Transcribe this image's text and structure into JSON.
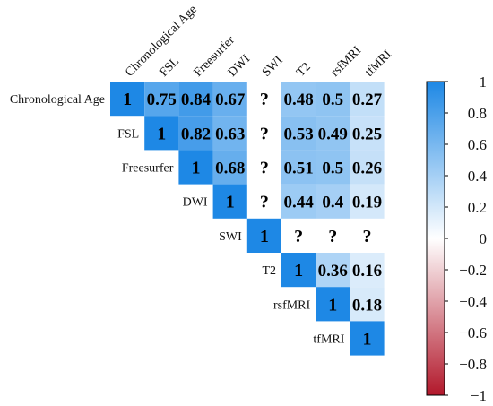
{
  "chart_data": {
    "type": "heatmap",
    "variables": [
      "Chronological Age",
      "FSL",
      "Freesurfer",
      "DWI",
      "SWI",
      "T2",
      "rsfMRI",
      "tfMRI"
    ],
    "cells": [
      {
        "row": "Chronological Age",
        "col": "Chronological Age",
        "value": 1,
        "label": "1"
      },
      {
        "row": "Chronological Age",
        "col": "FSL",
        "value": 0.75,
        "label": "0.75"
      },
      {
        "row": "Chronological Age",
        "col": "Freesurfer",
        "value": 0.84,
        "label": "0.84"
      },
      {
        "row": "Chronological Age",
        "col": "DWI",
        "value": 0.67,
        "label": "0.67"
      },
      {
        "row": "Chronological Age",
        "col": "SWI",
        "value": null,
        "label": "?"
      },
      {
        "row": "Chronological Age",
        "col": "T2",
        "value": 0.48,
        "label": "0.48"
      },
      {
        "row": "Chronological Age",
        "col": "rsfMRI",
        "value": 0.5,
        "label": "0.5"
      },
      {
        "row": "Chronological Age",
        "col": "tfMRI",
        "value": 0.27,
        "label": "0.27"
      },
      {
        "row": "FSL",
        "col": "FSL",
        "value": 1,
        "label": "1"
      },
      {
        "row": "FSL",
        "col": "Freesurfer",
        "value": 0.82,
        "label": "0.82"
      },
      {
        "row": "FSL",
        "col": "DWI",
        "value": 0.63,
        "label": "0.63"
      },
      {
        "row": "FSL",
        "col": "SWI",
        "value": null,
        "label": "?"
      },
      {
        "row": "FSL",
        "col": "T2",
        "value": 0.53,
        "label": "0.53"
      },
      {
        "row": "FSL",
        "col": "rsfMRI",
        "value": 0.49,
        "label": "0.49"
      },
      {
        "row": "FSL",
        "col": "tfMRI",
        "value": 0.25,
        "label": "0.25"
      },
      {
        "row": "Freesurfer",
        "col": "Freesurfer",
        "value": 1,
        "label": "1"
      },
      {
        "row": "Freesurfer",
        "col": "DWI",
        "value": 0.68,
        "label": "0.68"
      },
      {
        "row": "Freesurfer",
        "col": "SWI",
        "value": null,
        "label": "?"
      },
      {
        "row": "Freesurfer",
        "col": "T2",
        "value": 0.51,
        "label": "0.51"
      },
      {
        "row": "Freesurfer",
        "col": "rsfMRI",
        "value": 0.5,
        "label": "0.5"
      },
      {
        "row": "Freesurfer",
        "col": "tfMRI",
        "value": 0.26,
        "label": "0.26"
      },
      {
        "row": "DWI",
        "col": "DWI",
        "value": 1,
        "label": "1"
      },
      {
        "row": "DWI",
        "col": "SWI",
        "value": null,
        "label": "?"
      },
      {
        "row": "DWI",
        "col": "T2",
        "value": 0.44,
        "label": "0.44"
      },
      {
        "row": "DWI",
        "col": "rsfMRI",
        "value": 0.4,
        "label": "0.4"
      },
      {
        "row": "DWI",
        "col": "tfMRI",
        "value": 0.19,
        "label": "0.19"
      },
      {
        "row": "SWI",
        "col": "SWI",
        "value": 1,
        "label": "1"
      },
      {
        "row": "SWI",
        "col": "T2",
        "value": null,
        "label": "?"
      },
      {
        "row": "SWI",
        "col": "rsfMRI",
        "value": null,
        "label": "?"
      },
      {
        "row": "SWI",
        "col": "tfMRI",
        "value": null,
        "label": "?"
      },
      {
        "row": "T2",
        "col": "T2",
        "value": 1,
        "label": "1"
      },
      {
        "row": "T2",
        "col": "rsfMRI",
        "value": 0.36,
        "label": "0.36"
      },
      {
        "row": "T2",
        "col": "tfMRI",
        "value": 0.16,
        "label": "0.16"
      },
      {
        "row": "rsfMRI",
        "col": "rsfMRI",
        "value": 1,
        "label": "1"
      },
      {
        "row": "rsfMRI",
        "col": "tfMRI",
        "value": 0.18,
        "label": "0.18"
      },
      {
        "row": "tfMRI",
        "col": "tfMRI",
        "value": 1,
        "label": "1"
      }
    ],
    "colorbar": {
      "range": [
        -1,
        1
      ],
      "ticks": [
        "1",
        "0.8",
        "0.6",
        "0.4",
        "0.2",
        "0",
        "−0.2",
        "−0.4",
        "−0.6",
        "−0.8",
        "−1"
      ],
      "low_color": "#b2182b",
      "mid_color": "#ffffff",
      "high_color": "#1e88e5"
    },
    "layout": "upper-triangle",
    "colorbar_position": "right"
  }
}
